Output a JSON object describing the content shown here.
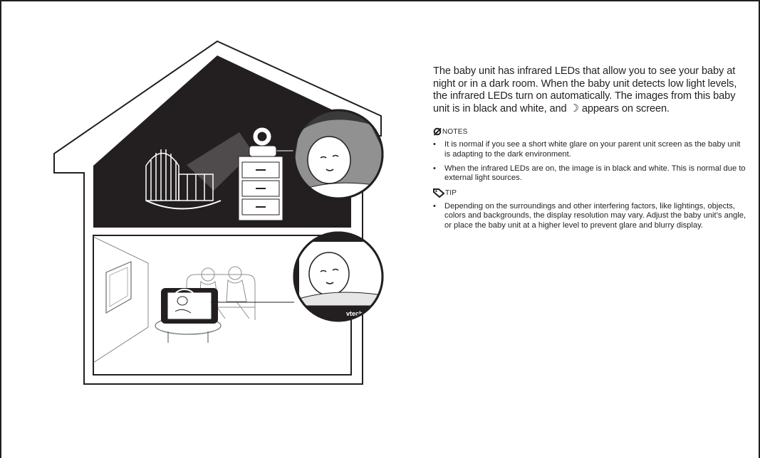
{
  "intro": "The baby unit has infrared LEDs that allow you to see your baby at night or in a dark room. When the baby unit detects low light levels, the infrared LEDs turn on automatically. The images from this baby unit is in black and white, and",
  "intro_end": "appears on screen.",
  "moon_symbol": "☽",
  "notes": {
    "title": "NOTES",
    "icon": "pen-icon",
    "items": [
      "It is normal if you see a short white glare on your parent unit screen as the baby unit is adapting to the dark environment.",
      "When the infrared LEDs are on, the image is in black and white. This is normal due to external light sources."
    ]
  },
  "tip": {
    "title": "TIP",
    "icon": "tag-icon",
    "items": [
      "Depending on the surroundings and other interfering factors, like lightings, objects, colors and backgrounds, the display resolution may vary. Adjust the baby unit’s angle, or place the baby unit at a higher level to prevent glare and blurry display."
    ]
  },
  "illustration": {
    "brand_text": "vtech"
  }
}
